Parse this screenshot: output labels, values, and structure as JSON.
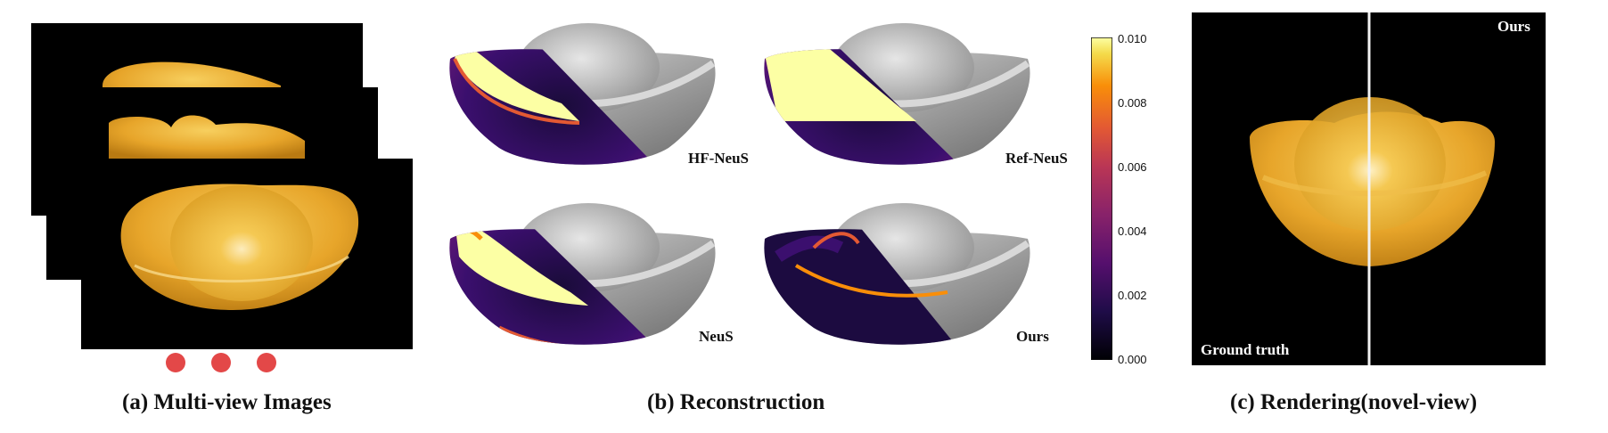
{
  "panels": {
    "a": {
      "caption": "(a) Multi-view Images"
    },
    "b": {
      "caption": "(b) Reconstruction",
      "methods": [
        "HF-NeuS",
        "Ref-NeuS",
        "NeuS",
        "Ours"
      ]
    },
    "c": {
      "caption": "(c) Rendering(novel-view)",
      "left_label": "Ground truth",
      "right_label": "Ours"
    }
  },
  "colorbar": {
    "ticks": [
      "0.010",
      "0.008",
      "0.006",
      "0.004",
      "0.002",
      "0.000"
    ],
    "colormap": "inferno"
  },
  "colors": {
    "gold": "#e8a624",
    "dot": "#e34848"
  }
}
